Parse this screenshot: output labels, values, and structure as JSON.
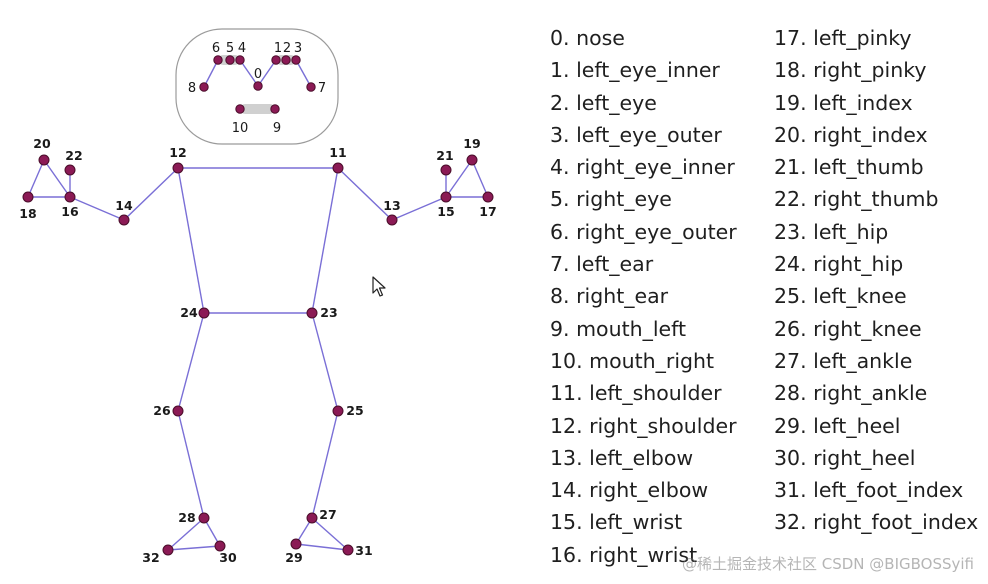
{
  "colors": {
    "joint": "#8b1a55",
    "bone": "#7a6fd6",
    "face_bar": "#d0d0d0"
  },
  "landmarks": [
    {
      "id": 0,
      "label": "0",
      "name": "nose"
    },
    {
      "id": 1,
      "label": "1",
      "name": "left_eye_inner"
    },
    {
      "id": 2,
      "label": "2",
      "name": "left_eye"
    },
    {
      "id": 3,
      "label": "3",
      "name": "left_eye_outer"
    },
    {
      "id": 4,
      "label": "4",
      "name": "right_eye_inner"
    },
    {
      "id": 5,
      "label": "5",
      "name": "right_eye"
    },
    {
      "id": 6,
      "label": "6",
      "name": "right_eye_outer"
    },
    {
      "id": 7,
      "label": "7",
      "name": "left_ear"
    },
    {
      "id": 8,
      "label": "8",
      "name": "right_ear"
    },
    {
      "id": 9,
      "label": "9",
      "name": "mouth_left"
    },
    {
      "id": 10,
      "label": "10",
      "name": "mouth_right"
    },
    {
      "id": 11,
      "label": "11",
      "name": "left_shoulder"
    },
    {
      "id": 12,
      "label": "12",
      "name": "right_shoulder"
    },
    {
      "id": 13,
      "label": "13",
      "name": "left_elbow"
    },
    {
      "id": 14,
      "label": "14",
      "name": "right_elbow"
    },
    {
      "id": 15,
      "label": "15",
      "name": "left_wrist"
    },
    {
      "id": 16,
      "label": "16",
      "name": "right_wrist"
    },
    {
      "id": 17,
      "label": "17",
      "name": "left_pinky"
    },
    {
      "id": 18,
      "label": "18",
      "name": "right_pinky"
    },
    {
      "id": 19,
      "label": "19",
      "name": "left_index"
    },
    {
      "id": 20,
      "label": "20",
      "name": "right_index"
    },
    {
      "id": 21,
      "label": "21",
      "name": "left_thumb"
    },
    {
      "id": 22,
      "label": "22",
      "name": "right_thumb"
    },
    {
      "id": 23,
      "label": "23",
      "name": "left_hip"
    },
    {
      "id": 24,
      "label": "24",
      "name": "right_hip"
    },
    {
      "id": 25,
      "label": "25",
      "name": "left_knee"
    },
    {
      "id": 26,
      "label": "26",
      "name": "right_knee"
    },
    {
      "id": 27,
      "label": "27",
      "name": "left_ankle"
    },
    {
      "id": 28,
      "label": "28",
      "name": "right_ankle"
    },
    {
      "id": 29,
      "label": "29",
      "name": "left_heel"
    },
    {
      "id": 30,
      "label": "30",
      "name": "right_heel"
    },
    {
      "id": 31,
      "label": "31",
      "name": "left_foot_index"
    },
    {
      "id": 32,
      "label": "32",
      "name": "right_foot_index"
    }
  ],
  "legend_col1": [
    "0. nose",
    "1. left_eye_inner",
    "2. left_eye",
    "3. left_eye_outer",
    "4. right_eye_inner",
    "5. right_eye",
    "6. right_eye_outer",
    "7. left_ear",
    "8. right_ear",
    "9. mouth_left",
    "10. mouth_right",
    "11. left_shoulder",
    "12. right_shoulder",
    "13. left_elbow",
    "14. right_elbow",
    "15. left_wrist",
    "16. right_wrist"
  ],
  "legend_col2": [
    "17. left_pinky",
    "18. right_pinky",
    "19. left_index",
    "20. right_index",
    "21. left_thumb",
    "22. right_thumb",
    "23. left_hip",
    "24. right_hip",
    "25. left_knee",
    "26. right_knee",
    "27. left_ankle",
    "28. right_ankle",
    "29. left_heel",
    "30. right_heel",
    "31. left_foot_index",
    "32. right_foot_index"
  ],
  "watermark": "@稀土掘金技术社区 CSDN @BIGBOSSyifi"
}
